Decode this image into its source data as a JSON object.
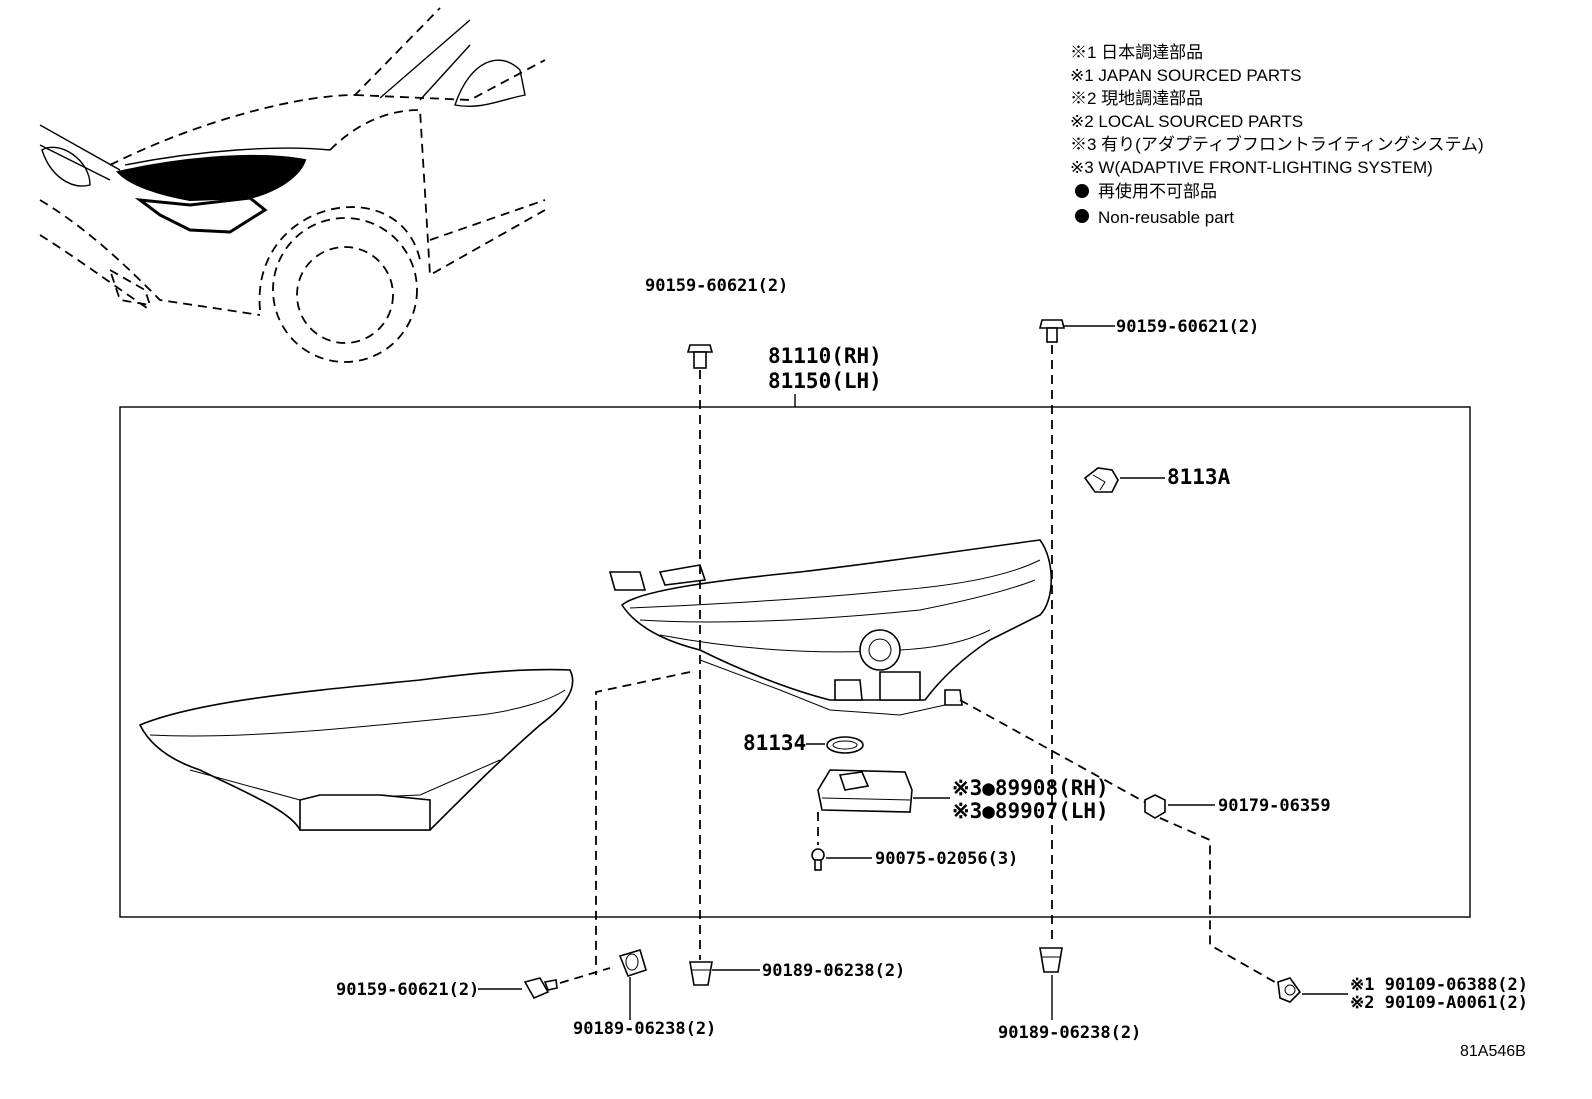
{
  "notes": [
    "※1 日本調達部品",
    "※1 JAPAN SOURCED PARTS",
    "※2 現地調達部品",
    "※2 LOCAL SOURCED PARTS",
    "※3 有り(アダプティブフロントライティングシステム)",
    "※3 W(ADAPTIVE FRONT-LIGHTING SYSTEM)",
    "再使用不可部品",
    "Non-reusable part"
  ],
  "callouts": {
    "bolt_top_left": "90159-60621(2)",
    "bolt_top_right": "90159-60621(2)",
    "assembly_rh": "81110(RH)",
    "assembly_lh": "81150(LH)",
    "socket": "8113A",
    "gasket": "81134",
    "ecu_rh": "※3●89908(RH)",
    "ecu_lh": "※3●89907(LH)",
    "nut": "90179-06359",
    "screw": "90075-02056(3)",
    "bolt_bottom_left": "90159-60621(2)",
    "clip_bottom_left": "90189-06238(2)",
    "clip_bottom_center": "90189-06238(2)",
    "clip_bottom_right": "90189-06238(2)",
    "bolt_jp": "※1 90109-06388(2)",
    "bolt_local": "※2 90109-A0061(2)"
  },
  "diagram_id": "81A546B"
}
